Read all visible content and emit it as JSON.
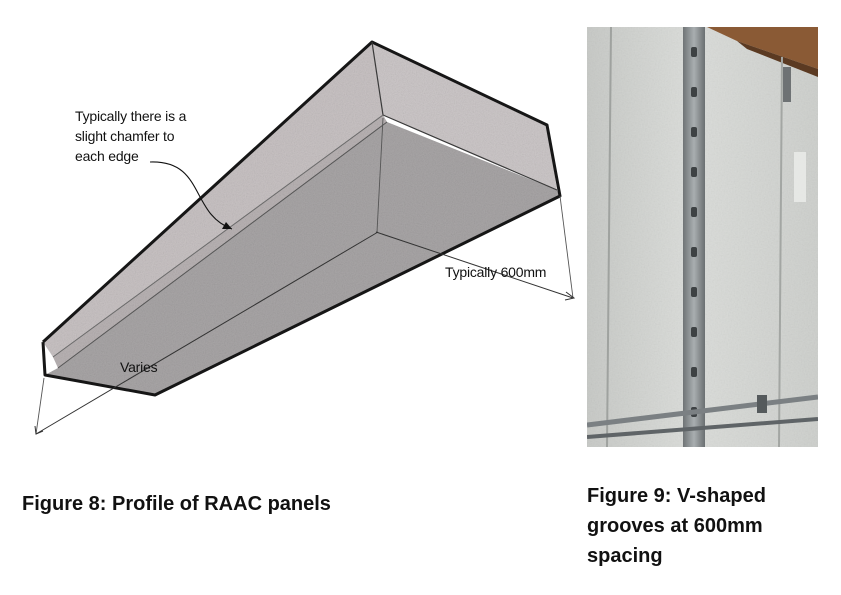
{
  "figure8": {
    "annotation_chamfer": [
      "Typically there is a",
      "slight chamfer to",
      "each edge"
    ],
    "annotation_width": "Typically 600mm",
    "annotation_length": "Varies",
    "caption": "Figure 8: Profile of RAAC panels"
  },
  "figure9": {
    "caption_lines": [
      "Figure 9: V-shaped",
      "grooves at 600mm",
      "spacing"
    ]
  }
}
